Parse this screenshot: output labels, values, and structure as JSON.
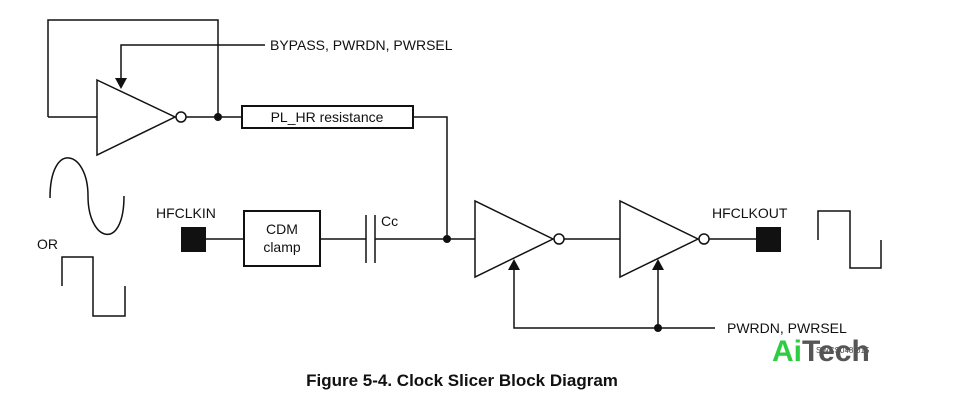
{
  "diagram": {
    "labels": {
      "bypass_pwrdn_pwrsel": "BYPASS, PWRDN, PWRSEL",
      "pl_hr_resistance": "PL_HR resistance",
      "hfclkin": "HFCLKIN",
      "cdm_line1": "CDM",
      "cdm_line2": "clamp",
      "cc": "Cc",
      "hfclkout": "HFCLKOUT",
      "or": "OR",
      "pwrdn_pwrsel": "PWRDN, PWRSEL",
      "figure_id": "SWCS048-015"
    },
    "caption": "Figure 5-4. Clock Slicer Block Diagram"
  },
  "watermark": {
    "ai": "Ai",
    "tech": "Tech",
    "color_ai": "#2ecc40",
    "color_tech": "#555555"
  }
}
